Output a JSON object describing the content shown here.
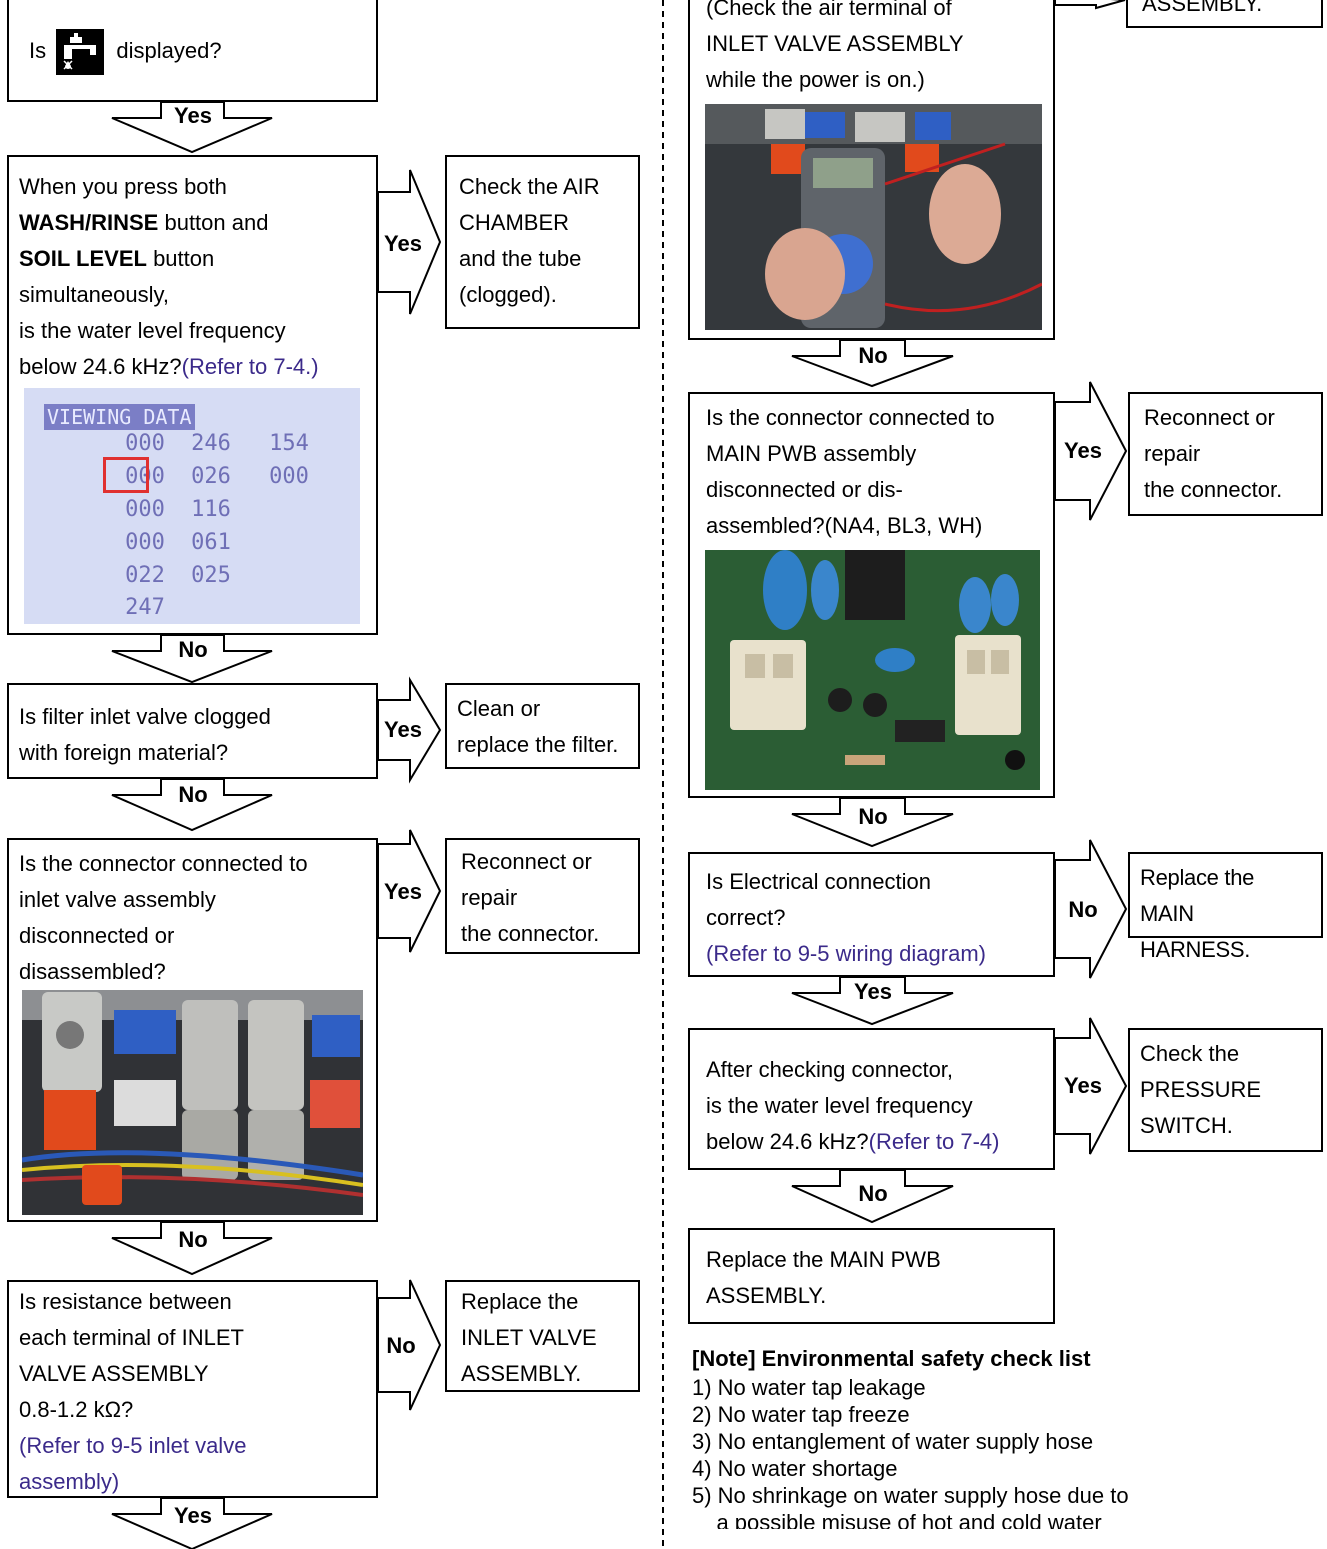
{
  "left": {
    "b1": {
      "pre": "Is",
      "post": "displayed?",
      "icon": "faucet-icon"
    },
    "b2": {
      "l1": "When you press both",
      "l2_b": "WASH/RINSE",
      "l2_r": " button and",
      "l3_b": "SOIL LEVEL",
      "l3_r": " button",
      "l4": "simultaneously,",
      "l5": "is the water level frequency",
      "l6": "below 24.6 kHz?",
      "l6_ref": "(Refer to 7-4.)"
    },
    "lcd": {
      "header": "VIEWING DATA",
      "col1": [
        "000",
        "000",
        "000",
        "000",
        "022",
        "247"
      ],
      "col2": [
        "246",
        "026",
        "116",
        "061",
        "025"
      ],
      "col3": [
        "154",
        "000"
      ]
    },
    "r2": [
      "Check the AIR",
      "CHAMBER",
      "and the tube",
      "(clogged)."
    ],
    "b3": [
      "Is filter inlet valve clogged",
      "with foreign material?"
    ],
    "r3": [
      "Clean or",
      "replace the filter."
    ],
    "b4": [
      "Is the connector connected to",
      "inlet valve assembly",
      "disconnected or",
      "disassembled?"
    ],
    "r4": [
      "Reconnect or",
      "repair",
      "the connector."
    ],
    "b5": [
      "Is resistance between",
      "each terminal of INLET",
      "VALVE ASSEMBLY",
      "0.8-1.2 kΩ?"
    ],
    "b5_ref": [
      "(Refer to 9-5 inlet valve",
      "assembly)"
    ],
    "r5": [
      "Replace the",
      "INLET VALVE",
      "ASSEMBLY."
    ]
  },
  "right": {
    "t1": [
      "(Check the air terminal of",
      "INLET VALVE ASSEMBLY",
      "while the power is on.)"
    ],
    "t1r": [
      "ASSEMBLY."
    ],
    "b2": [
      "Is the connector connected to",
      "MAIN PWB assembly",
      "disconnected or dis-",
      "assembled?(NA4, BL3, WH)"
    ],
    "r2": [
      "Reconnect or",
      "repair",
      "the connector."
    ],
    "b3": [
      "Is Electrical connection",
      "correct?"
    ],
    "b3_ref": "(Refer to 9-5 wiring diagram)",
    "r3": [
      "Replace the",
      "MAIN HARNESS."
    ],
    "b4": [
      "After checking connector,",
      "is the water level frequency",
      "below 24.6 kHz?"
    ],
    "b4_ref": "(Refer to 7-4)",
    "r4": [
      "Check the",
      "PRESSURE",
      "SWITCH."
    ],
    "b5": [
      "Replace the MAIN PWB",
      "ASSEMBLY."
    ]
  },
  "labels": {
    "yes": "Yes",
    "no": "No"
  },
  "note": {
    "heading": "[Note] Environmental safety check list",
    "items": [
      "1) No water tap leakage",
      "2) No water tap freeze",
      "3) No entanglement of water supply hose",
      "4) No water shortage",
      "5) No shrinkage on water supply hose due to",
      "    a possible misuse of hot and cold water"
    ]
  },
  "colors": {
    "reference_text": "#3b2a8a",
    "lcd_background": "#d6dcf4",
    "highlight": "#e03030"
  }
}
